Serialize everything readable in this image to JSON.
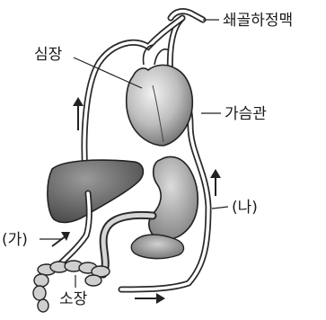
{
  "labels": {
    "subclavian_vein": "쇄골하정맥",
    "heart": "심장",
    "thoracic_duct": "가슴관",
    "label_b": "(나)",
    "label_a": "(가)",
    "small_intestine": "소장"
  }
}
